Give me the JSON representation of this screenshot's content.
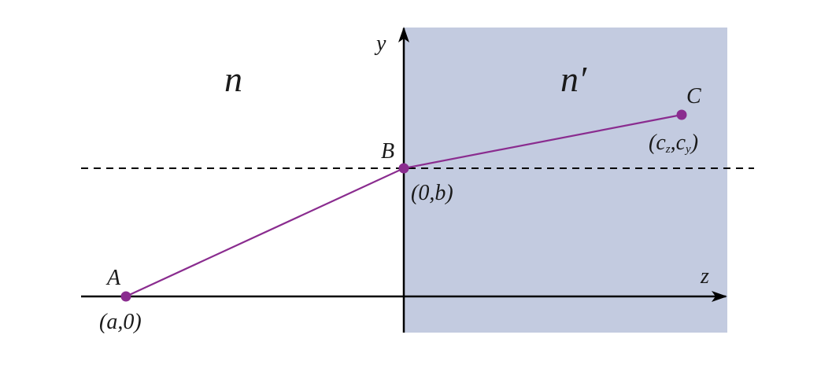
{
  "colors": {
    "medium_fill": "#c3cbe0",
    "ray": "#8a2c8f",
    "axis": "#000000",
    "text": "#1a1a1a"
  },
  "axes": {
    "y_label": "y",
    "z_label": "z"
  },
  "media": {
    "left_index": "n",
    "right_index": "n′"
  },
  "points": {
    "A": {
      "name": "A",
      "coords": "(a,0)"
    },
    "B": {
      "name": "B",
      "coords": "(0,b)"
    },
    "C": {
      "name": "C",
      "coords_open": "(c",
      "sub_z": "z",
      "comma": ",c",
      "sub_y": "y",
      "coords_close": ")"
    }
  }
}
